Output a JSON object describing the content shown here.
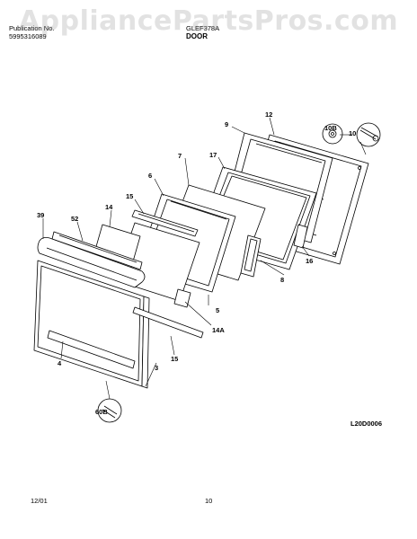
{
  "watermark": "AppliancePartsPros.com",
  "header": {
    "left_lines": [
      "Publication No.",
      "5995316089"
    ],
    "right_line": "GLEF378A",
    "section_title": "DOOR"
  },
  "callouts": [
    "9",
    "12",
    "10B",
    "10",
    "17",
    "7",
    "6",
    "15",
    "14",
    "39",
    "52",
    "5",
    "8",
    "16",
    "14A",
    "4",
    "15",
    "3",
    "60B"
  ],
  "diagram_code": "L20D0006",
  "footer": {
    "date": "12/01",
    "page": "10"
  }
}
